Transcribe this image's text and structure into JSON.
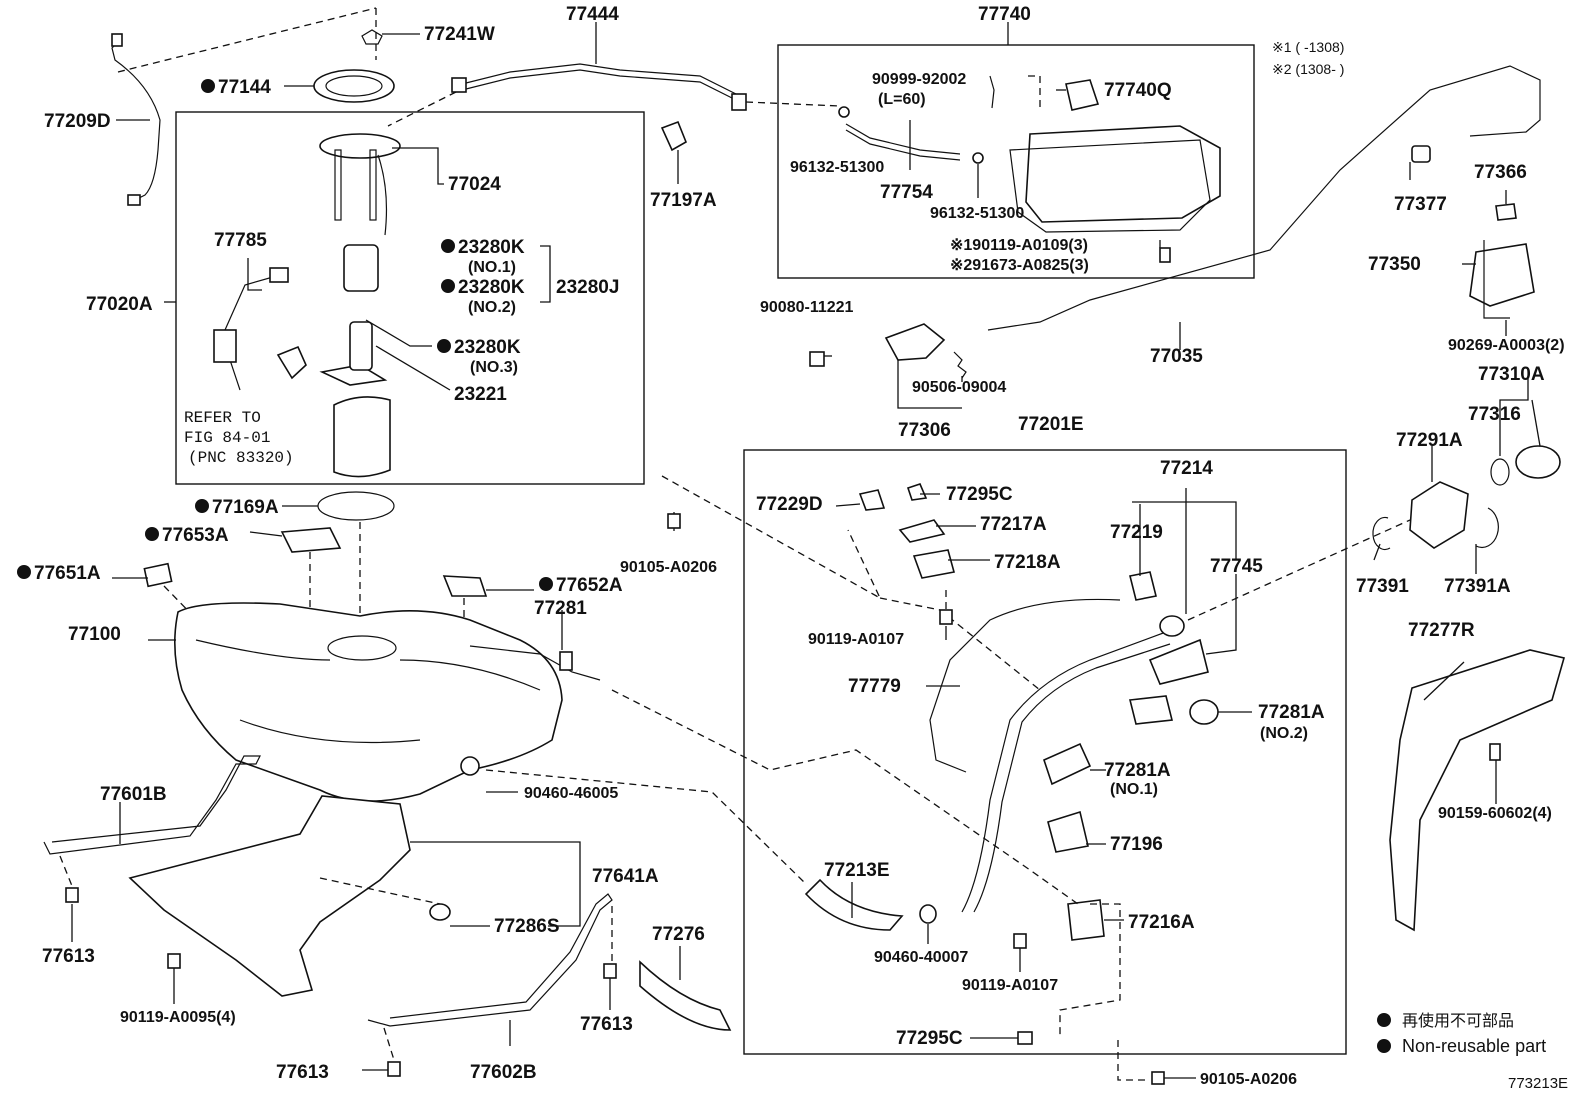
{
  "parts": {
    "p77241W": "77241W",
    "p77444": "77444",
    "p77740": "77740",
    "p77209D": "77209D",
    "p77144": "77144",
    "p77024": "77024",
    "p77785": "77785",
    "p23280K1": "23280K",
    "p23280K1_sub": "(NO.1)",
    "p23280K2": "23280K",
    "p23280K2_sub": "(NO.2)",
    "p23280J": "23280J",
    "p77020A": "77020A",
    "p23280K3": "23280K",
    "p23280K3_sub": "(NO.3)",
    "p23221": "23221",
    "p77197A": "77197A",
    "p90999": "90999-92002",
    "p90999_sub": "(L=60)",
    "p77740Q": "77740Q",
    "p96132a": "96132-51300",
    "p77754": "77754",
    "p96132b": "96132-51300",
    "p190119": "※190119-A0109(3)",
    "p291673": "※291673-A0825(3)",
    "legend1": "※1 (    -1308)",
    "legend2": "※2 (1308-    )",
    "p77377": "77377",
    "p77366": "77366",
    "p77350": "77350",
    "p90269": "90269-A0003(2)",
    "p90080": "90080-11221",
    "p77035": "77035",
    "p90506": "90506-09004",
    "p77306": "77306",
    "p77201E": "77201E",
    "p77310A": "77310A",
    "p77316": "77316",
    "p77291A": "77291A",
    "p77169A": "77169A",
    "p77653A": "77653A",
    "p77651A": "77651A",
    "p77652A": "77652A",
    "p77281": "77281",
    "p90105a": "90105-A0206",
    "p77229D": "77229D",
    "p77295C_top": "77295C",
    "p77217A": "77217A",
    "p77218A": "77218A",
    "p77214": "77214",
    "p77219": "77219",
    "p77745": "77745",
    "p77391": "77391",
    "p77391A": "77391A",
    "p77100": "77100",
    "p90119a": "90119-A0107",
    "p77779": "77779",
    "p77277R": "77277R",
    "p77281A1": "77281A",
    "p77281A1_sub": "(NO.2)",
    "p77281A2": "77281A",
    "p77281A2_sub": "(NO.1)",
    "p90159": "90159-60602(4)",
    "p90460a": "90460-46005",
    "p77601B": "77601B",
    "p77196": "77196",
    "p77641A": "77641A",
    "p77213E": "77213E",
    "p77286S": "77286S",
    "p77216A": "77216A",
    "p77613a": "77613",
    "p90460b": "90460-40007",
    "p77276": "77276",
    "p90119b": "90119-A0107",
    "p90119c": "90119-A0095(4)",
    "p77613b": "77613",
    "p77295C_bot": "77295C",
    "p77613c": "77613",
    "p77602B": "77602B",
    "p90105b": "90105-A0206"
  },
  "refer": {
    "line1": "REFER TO",
    "line2": "FIG 84-01",
    "line3": "(PNC 83320)"
  },
  "legend": {
    "jp": "再使用不可部品",
    "en": "Non-reusable part"
  },
  "figure_code": "773213E"
}
